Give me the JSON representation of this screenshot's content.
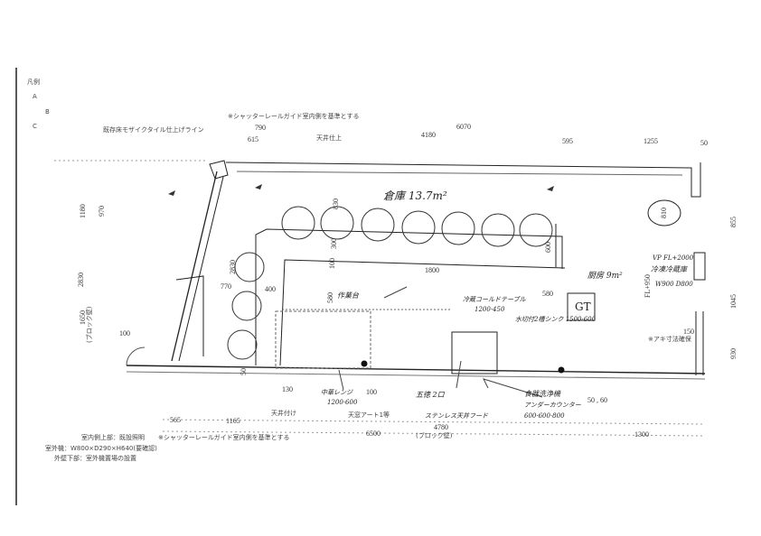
{
  "notes": {
    "legend_title": "凡例",
    "legend_a": "A",
    "legend_b": "B",
    "legend_c": "C",
    "floor_tile_line": "既存床モザイクタイル仕上げライン",
    "shutter_note_top": "※シャッターレールガイド室内側を基準とする",
    "shutter_note_bottom": "※シャッターレールガイド室内側を基準とする",
    "ceiling_top": "天井仕上",
    "ceiling_mount": "天井付け",
    "skylight": "天窓アート1等",
    "block_wall": "(ブロック壁)",
    "block_wall_left": "(ブロック壁)",
    "equipment_note": "※アキ寸法確保",
    "footer_1": "室内側上部：既設照明",
    "footer_2": "室外機：W800×D290×H640(要確認)",
    "footer_3": "外壁下部：室外機置場の設置"
  },
  "dimensions": {
    "d790": "790",
    "d615": "615",
    "d4180": "4180",
    "d6070": "6070",
    "d595": "595",
    "d1255": "1255",
    "d50a": "50",
    "d1180": "1180",
    "d970": "970",
    "d2830": "2830",
    "d1650": "1650",
    "d100a": "100",
    "d855": "855",
    "d1045": "1045",
    "d930": "930",
    "d565": "565",
    "d1165": "1165",
    "d6500": "6500",
    "d4780": "4780",
    "d1300": "1300",
    "d130": "130",
    "d100b": "100",
    "d50b": "50",
    "d830": "830",
    "d300": "300",
    "d100c": "100",
    "d580a": "580",
    "d770": "770",
    "d400": "400",
    "d2830b": "2830",
    "d580b": "580",
    "d810": "810",
    "d150": "150",
    "d5060": "50 , 60",
    "d950": "FL+950",
    "d600": "600",
    "d1800": "1800"
  },
  "handwritten": {
    "storage": "倉庫 13.7m²",
    "kitchen": "厨房 9m²",
    "gt": "GT",
    "cold_table": "冷蔵コールドテーブル",
    "cold_table_size": "1200·450",
    "worktable": "作業台",
    "chinese_range": "中華レンジ",
    "chinese_range_size": "1200·600",
    "burner": "五徳 2口",
    "dishwasher": "食器洗浄機",
    "dishwasher_sub": "アンダーカウンター",
    "dishwasher_size": "600·600·800",
    "hood": "ステンレス天井フード",
    "sink": "水切付2槽シンク 1500·600",
    "fridge": "冷凍冷蔵庫",
    "fridge_sub": "W900 D800",
    "vp": "VP FL+2000"
  }
}
